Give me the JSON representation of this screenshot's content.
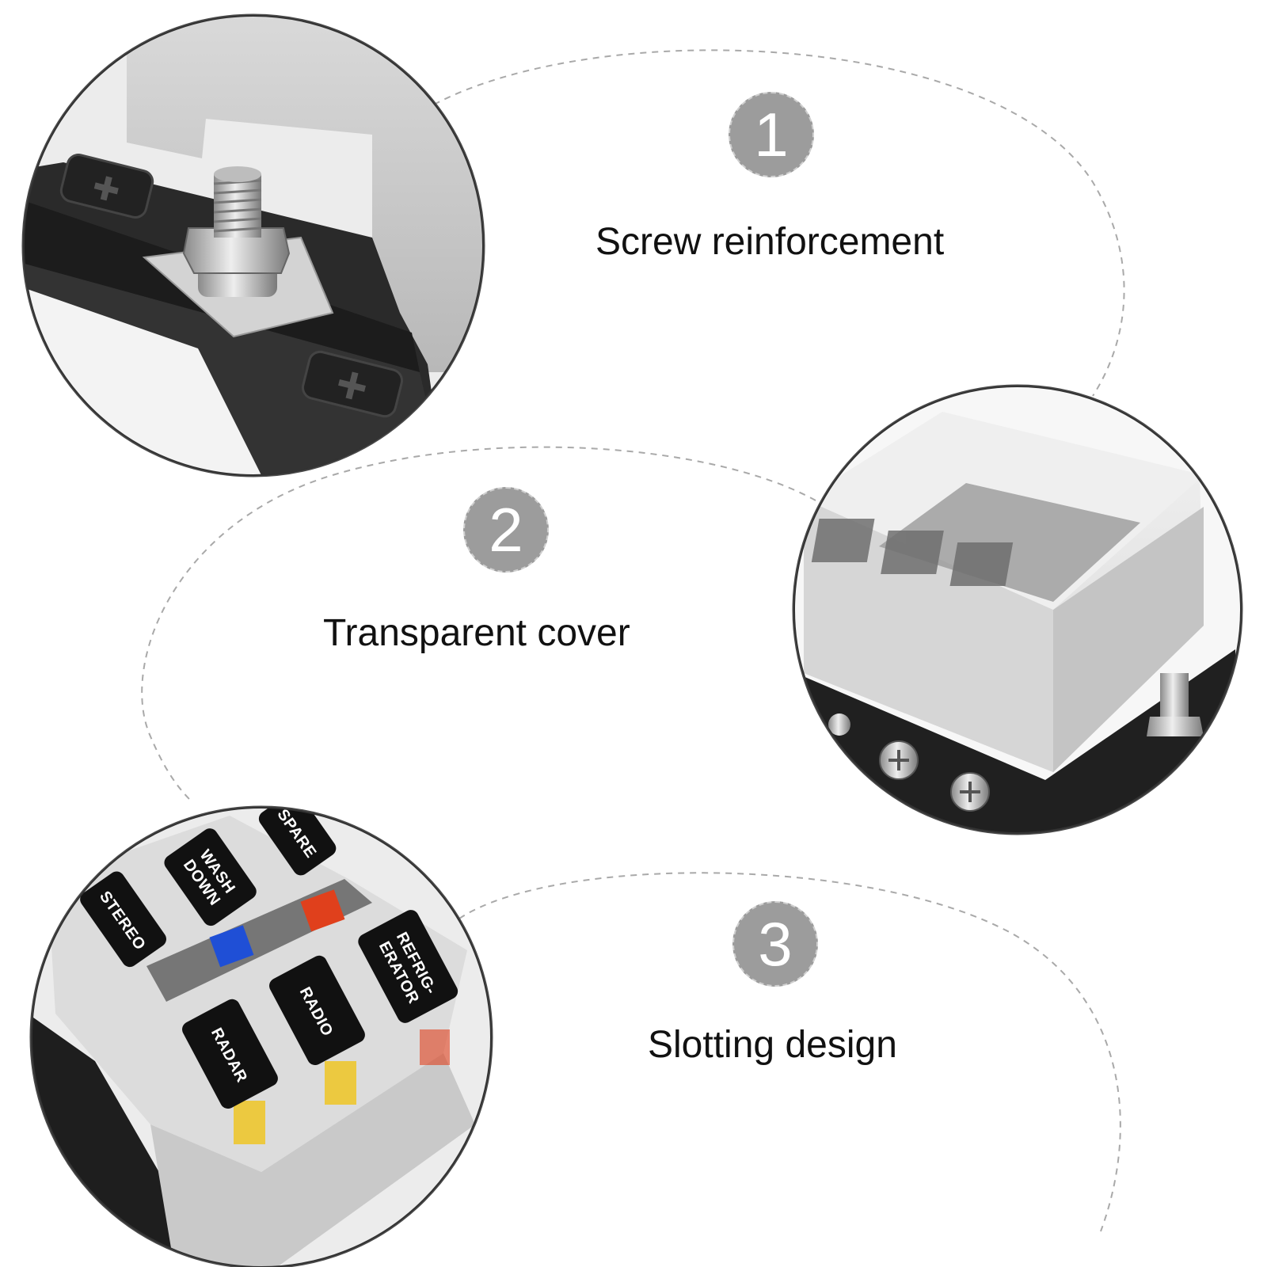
{
  "features": [
    {
      "number": "1",
      "caption": "Screw reinforcement"
    },
    {
      "number": "2",
      "caption": "Transparent cover"
    },
    {
      "number": "3",
      "caption": "Slotting design"
    }
  ],
  "fuse_labels": {
    "spare": "SPARE",
    "wash": "WASH",
    "down": "DOWN",
    "stereo": "STEREO",
    "refrig": "REFRIG-",
    "erator": "ERATOR",
    "radio": "RADIO",
    "radar": "RADAR"
  },
  "colors": {
    "badge": "#9c9c9c",
    "dashed_line": "#a9a9a9",
    "fuse_blue": "#1f4fd6",
    "fuse_red": "#e0401c",
    "fuse_yellow": "#f0c419"
  }
}
